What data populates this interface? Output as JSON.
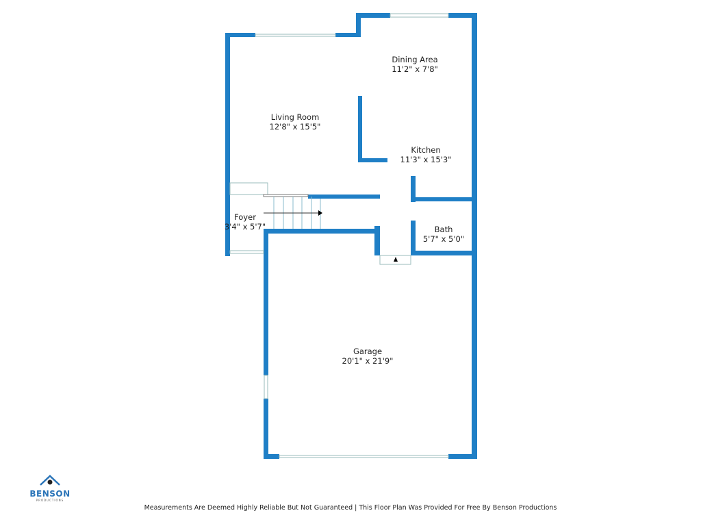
{
  "rooms": [
    {
      "name": "Living Room",
      "dims": "12'8\" x 15'5\""
    },
    {
      "name": "Dining Area",
      "dims": "11'2\" x 7'8\""
    },
    {
      "name": "Kitchen",
      "dims": "11'3\" x 15'3\""
    },
    {
      "name": "Foyer",
      "dims": "3'4\" x 5'7\""
    },
    {
      "name": "Bath",
      "dims": "5'7\" x 5'0\""
    },
    {
      "name": "Garage",
      "dims": "20'1\" x 21'9\""
    }
  ],
  "logo": {
    "name": "BENSON",
    "sub": "PRODUCTIONS"
  },
  "footer": "Measurements Are Deemed Highly Reliable But Not Guaranteed | This Floor Plan Was Provided For Free By Benson Productions",
  "colors": {
    "wall": "#1f7fc6"
  }
}
